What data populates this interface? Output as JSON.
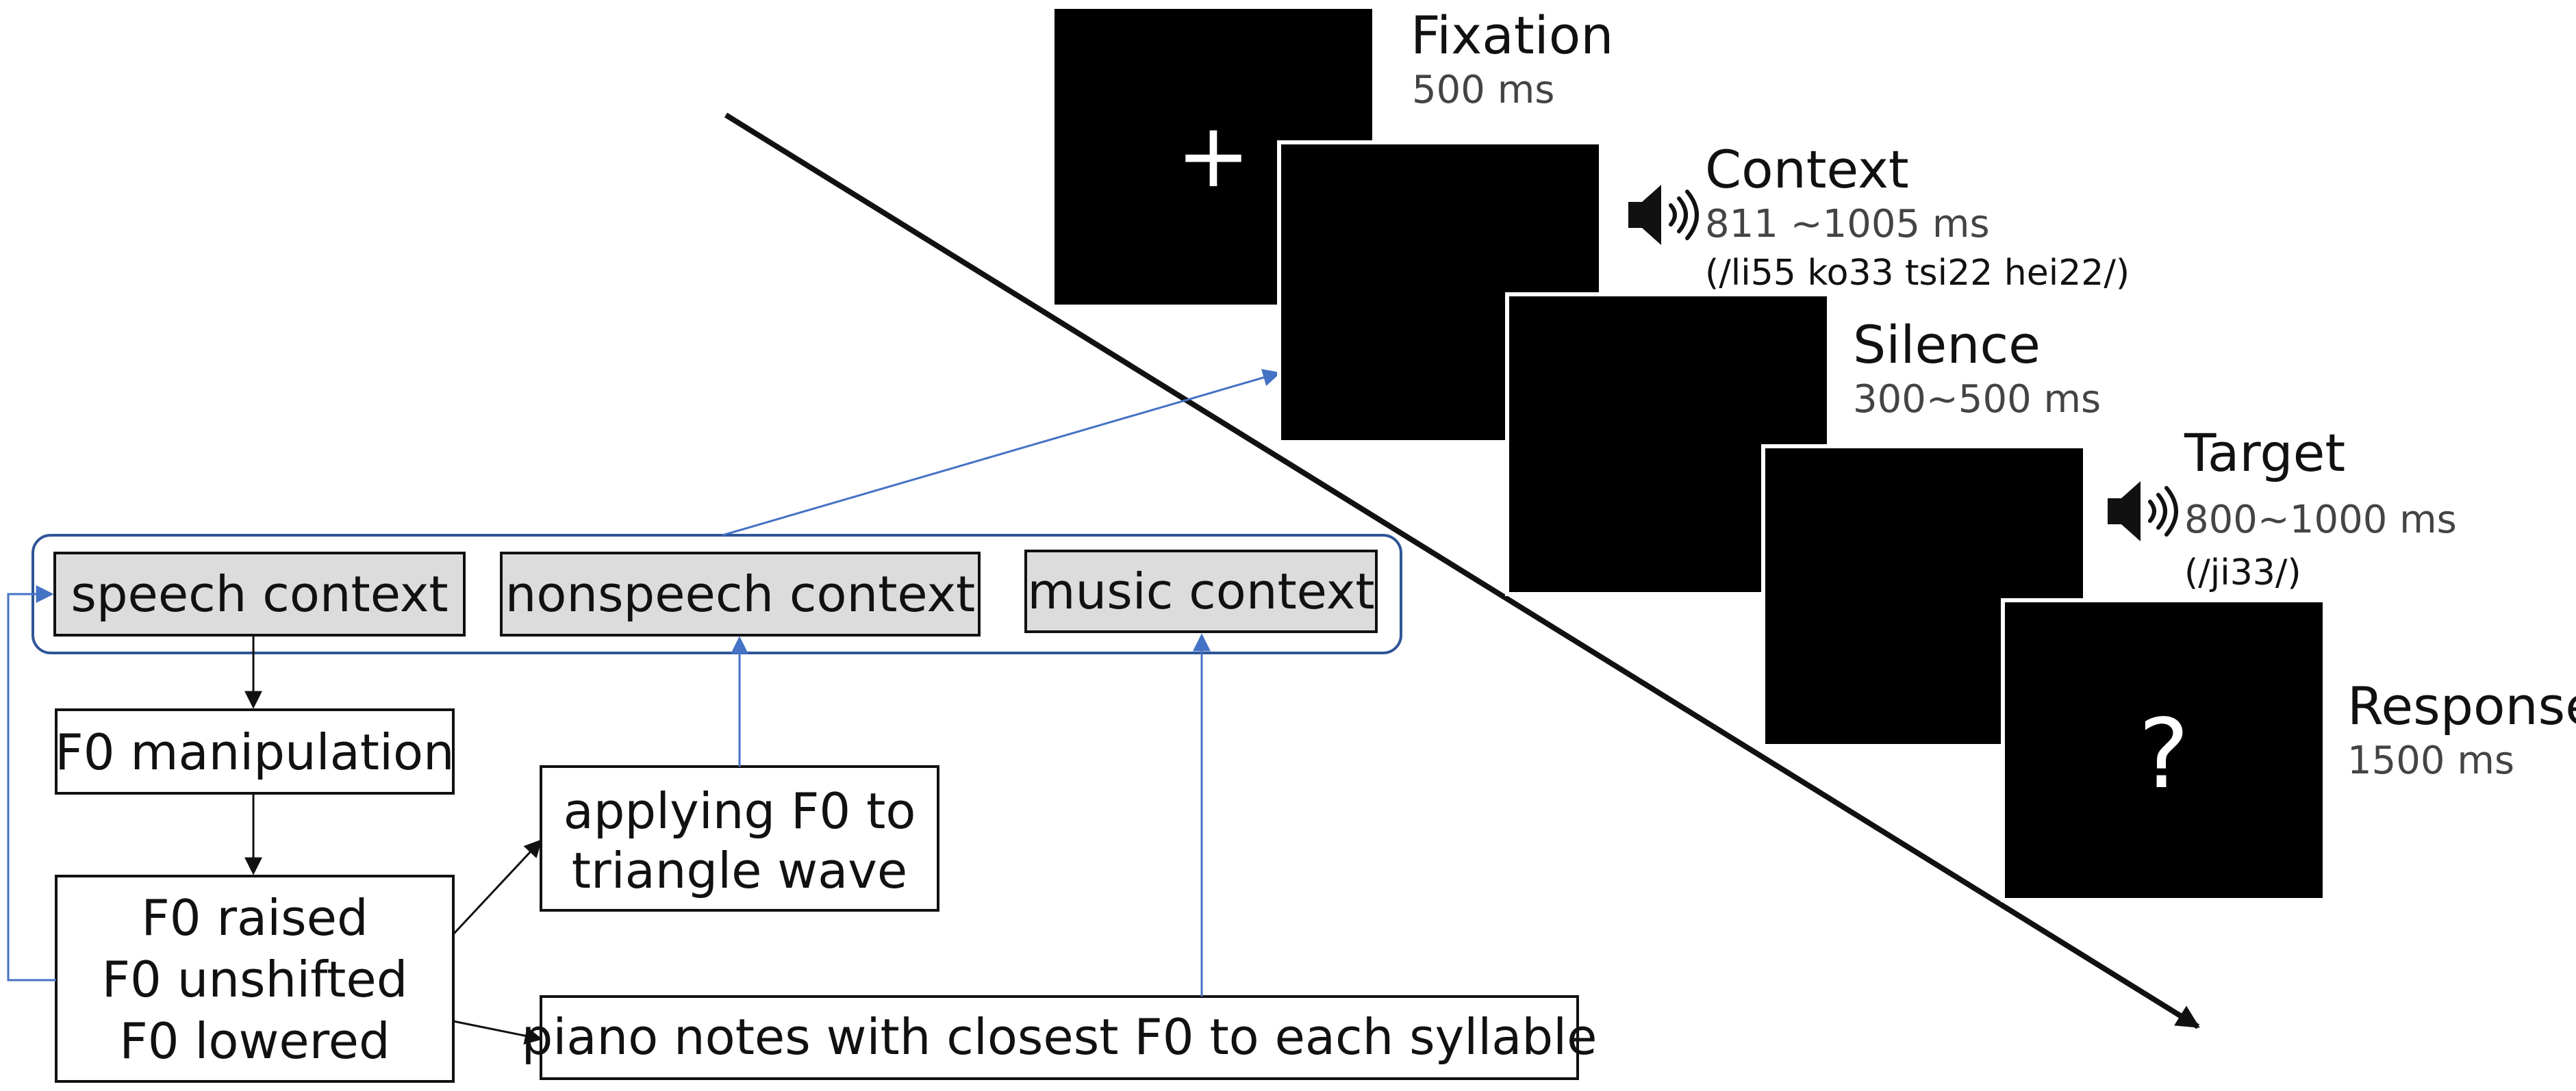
{
  "flow": {
    "speech_context": "speech context",
    "nonspeech_context": "nonspeech context",
    "music_context": "music context",
    "f0_manipulation": "F0 manipulation",
    "f0_conditions": [
      "F0 raised",
      "F0 unshifted",
      "F0 lowered"
    ],
    "applying_f0": [
      "applying F0 to",
      "triangle wave"
    ],
    "piano_notes": "piano notes with closest F0 to each syllable"
  },
  "trial": {
    "fixation": {
      "title": "Fixation",
      "duration": "500 ms",
      "symbol": "+"
    },
    "context": {
      "title": "Context",
      "duration": "811 ~1005 ms",
      "phonetic": "(/li55 ko33 tsi22 hei22/)",
      "icon": "speaker-icon"
    },
    "silence": {
      "title": "Silence",
      "duration": "300~500 ms"
    },
    "target": {
      "title": "Target",
      "duration": "800~1000 ms",
      "phonetic": "(/ji33/)",
      "icon": "speaker-icon"
    },
    "response": {
      "title": "Response",
      "duration": "1500 ms",
      "symbol": "?"
    }
  },
  "colors": {
    "arrow_blue": "#4472c4",
    "group_border": "#2f5597",
    "box_gray": "#dcdcdc"
  }
}
